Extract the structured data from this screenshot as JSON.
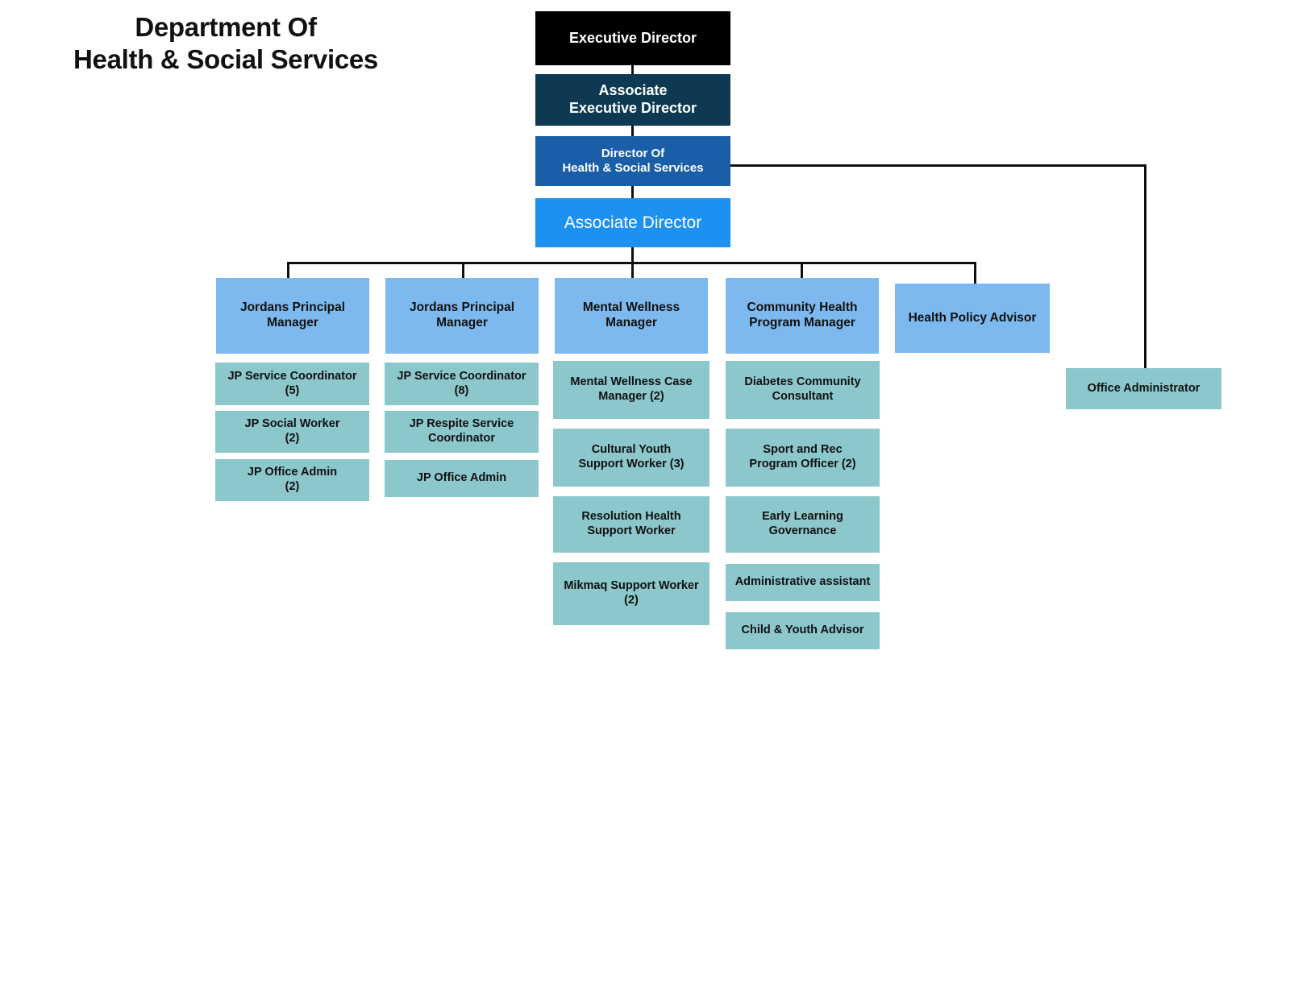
{
  "title": {
    "line1": "Department Of",
    "line2": "Health & Social Services"
  },
  "colors": {
    "executive": "#000000",
    "associate_executive": "#0d3a52",
    "director": "#1b5ea8",
    "associate_director": "#1e90f0",
    "manager": "#7db9ef",
    "staff": "#8cc7cc",
    "connector": "#101010",
    "background": "#ffffff"
  },
  "top_chain": [
    {
      "id": "executive-director",
      "label": "Executive Director"
    },
    {
      "id": "associate-executive-director",
      "label": "Associate\nExecutive Director",
      "line1": "Associate",
      "line2": "Executive Director"
    },
    {
      "id": "director-of-health-social-services",
      "label": "Director Of\nHealth & Social Services",
      "line1": "Director Of",
      "line2": "Health & Social Services"
    },
    {
      "id": "associate-director",
      "label": "Associate Director"
    }
  ],
  "columns": [
    {
      "id": "jordans-principal-manager-1",
      "manager": {
        "line1": "Jordans Principal",
        "line2": "Manager"
      },
      "staff": [
        {
          "line1": "JP Service Coordinator",
          "line2": "(5)"
        },
        {
          "line1": "JP Social Worker",
          "line2": "(2)"
        },
        {
          "line1": "JP Office Admin",
          "line2": "(2)"
        }
      ]
    },
    {
      "id": "jordans-principal-manager-2",
      "manager": {
        "line1": "Jordans Principal",
        "line2": "Manager"
      },
      "staff": [
        {
          "line1": "JP Service Coordinator",
          "line2": "(8)"
        },
        {
          "line1": "JP Respite Service",
          "line2": "Coordinator"
        },
        {
          "line1": "JP Office Admin",
          "line2": ""
        }
      ]
    },
    {
      "id": "mental-wellness-manager",
      "manager": {
        "line1": "Mental Wellness",
        "line2": "Manager"
      },
      "staff": [
        {
          "line1": "Mental Wellness Case",
          "line2": "Manager (2)"
        },
        {
          "line1": "Cultural Youth",
          "line2": "Support Worker (3)"
        },
        {
          "line1": "Resolution Health",
          "line2": "Support Worker"
        },
        {
          "line1": "Mikmaq Support Worker",
          "line2": "(2)"
        }
      ]
    },
    {
      "id": "community-health-program-manager",
      "manager": {
        "line1": "Community Health",
        "line2": "Program Manager"
      },
      "staff": [
        {
          "line1": "Diabetes Community",
          "line2": "Consultant"
        },
        {
          "line1": "Sport and Rec",
          "line2": "Program Officer (2)"
        },
        {
          "line1": "Early Learning",
          "line2": "Governance"
        },
        {
          "line1": "Administrative assistant",
          "line2": ""
        },
        {
          "line1": "Child & Youth Advisor",
          "line2": ""
        }
      ]
    },
    {
      "id": "health-policy-advisor",
      "manager": {
        "line1": "Health Policy Advisor",
        "line2": ""
      },
      "staff": []
    }
  ],
  "side_node": {
    "id": "office-administrator",
    "label": "Office Administrator"
  }
}
